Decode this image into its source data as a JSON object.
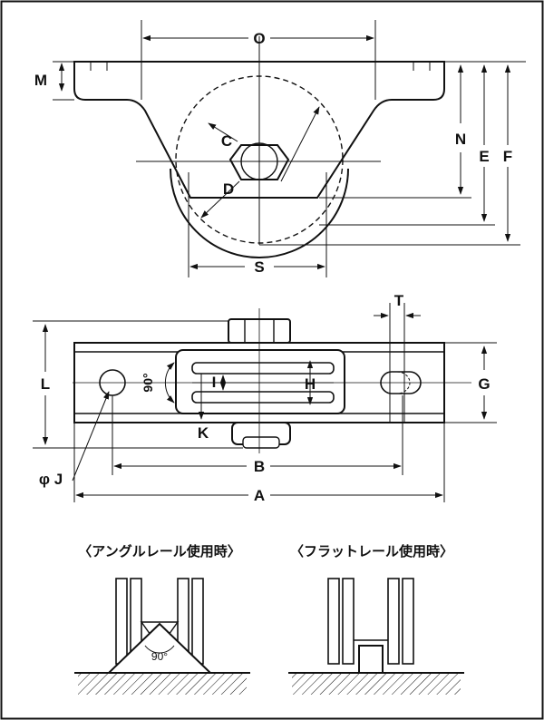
{
  "labels": {
    "O": "O",
    "M": "M",
    "N": "N",
    "E": "E",
    "F": "F",
    "C": "C",
    "D": "D",
    "S": "S",
    "T": "T",
    "L": "L",
    "G": "G",
    "H": "H",
    "I": "I",
    "K": "K",
    "J": "φ J",
    "B": "B",
    "A": "A",
    "deg90": "90°"
  },
  "captions": {
    "angle_rail": "〈アングルレール使用時〉",
    "flat_rail": "〈フラットレール使用時〉",
    "angle_value": "90°"
  }
}
